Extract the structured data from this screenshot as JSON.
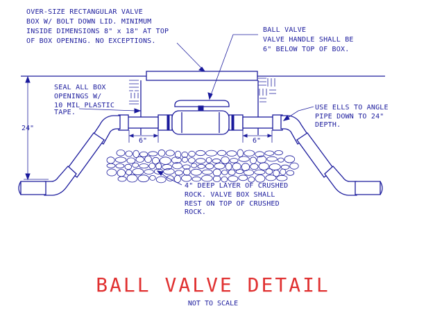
{
  "notes": {
    "valve_box": [
      "OVER-SIZE RECTANGULAR VALVE",
      "BOX W/ BOLT DOWN LID.  MINIMUM",
      "INSIDE DIMENSIONS 8\" x 18\" AT TOP",
      "OF BOX OPENING.  NO EXCEPTIONS."
    ],
    "ball_valve": [
      "BALL VALVE",
      "VALVE HANDLE SHALL BE",
      "6\" BELOW TOP OF BOX."
    ],
    "seal": [
      "SEAL ALL BOX",
      "OPENINGS W/",
      "10 MIL PLASTIC",
      "TAPE."
    ],
    "ells": [
      "USE ELLS TO ANGLE",
      "PIPE DOWN TO 24\"",
      "DEPTH."
    ],
    "rock": [
      "4\" DEEP LAYER OF CRUSHED",
      "ROCK.  VALVE BOX SHALL",
      "REST ON TOP OF CRUSHED",
      "ROCK."
    ]
  },
  "dimensions": {
    "depth": "24\"",
    "left_offset": "6\"",
    "right_offset": "6\""
  },
  "title": "BALL VALVE DETAIL",
  "subtitle": "NOT TO SCALE"
}
